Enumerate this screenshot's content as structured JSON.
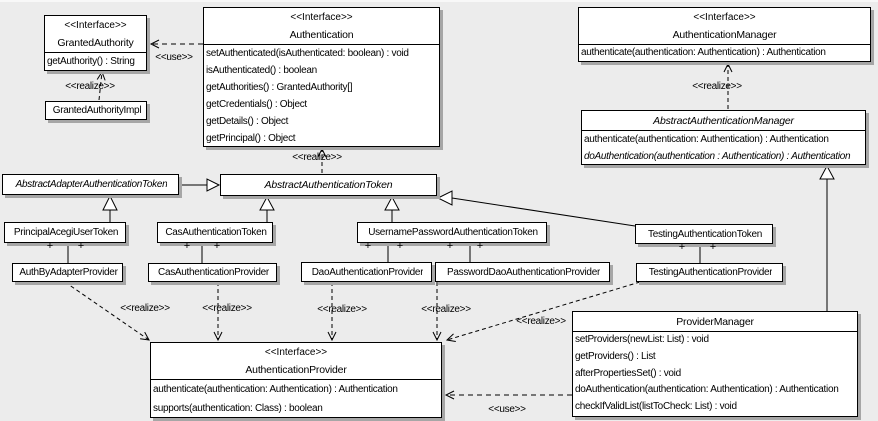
{
  "colors": {
    "background": "#ececec",
    "box_fill": "#ffffff",
    "border": "#000000",
    "shadow": "#a6a6a6"
  },
  "labels": {
    "use": "<<use>>",
    "realize": "<<realize>>",
    "plus": "+",
    "interface_stereotype": "<<Interface>>"
  },
  "classes": {
    "granted_authority": {
      "stereotype": "<<Interface>>",
      "name": "GrantedAuthority",
      "methods": [
        "getAuthority() : String"
      ]
    },
    "granted_authority_impl": {
      "name": "GrantedAuthorityImpl"
    },
    "authentication": {
      "stereotype": "<<Interface>>",
      "name": "Authentication",
      "methods": [
        "setAuthenticated(isAuthenticated: boolean) : void",
        "isAuthenticated() : boolean",
        "getAuthorities() : GrantedAuthority[]",
        "getCredentials() : Object",
        "getDetails() : Object",
        "getPrincipal() : Object"
      ]
    },
    "authentication_manager": {
      "stereotype": "<<Interface>>",
      "name": "AuthenticationManager",
      "methods": [
        "authenticate(authentication: Authentication) : Authentication"
      ]
    },
    "abstract_authentication_manager": {
      "name": "AbstractAuthenticationManager",
      "methods": [
        "authenticate(authentication: Authentication) : Authentication",
        "doAuthentication(authentication : Authentication) : Authentication"
      ]
    },
    "abstract_adapter_authentication_token": {
      "name": "AbstractAdapterAuthenticationToken"
    },
    "abstract_authentication_token": {
      "name": "AbstractAuthenticationToken"
    },
    "principal_acegi_user_token": {
      "name": "PrincipalAcegiUserToken"
    },
    "cas_authentication_token": {
      "name": "CasAuthenticationToken"
    },
    "username_password_authentication_token": {
      "name": "UsernamePasswordAuthenticationToken"
    },
    "testing_authentication_token": {
      "name": "TestingAuthenticationToken"
    },
    "auth_by_adapter_provider": {
      "name": "AuthByAdapterProvider"
    },
    "cas_authentication_provider": {
      "name": "CasAuthenticationProvider"
    },
    "dao_authentication_provider": {
      "name": "DaoAuthenticationProvider"
    },
    "password_dao_authentication_provider": {
      "name": "PasswordDaoAuthenticationProvider"
    },
    "testing_authentication_provider": {
      "name": "TestingAuthenticationProvider"
    },
    "authentication_provider": {
      "stereotype": "<<Interface>>",
      "name": "AuthenticationProvider",
      "methods": [
        "authenticate(authentication: Authentication) : Authentication",
        "supports(authentication: Class) : boolean"
      ]
    },
    "provider_manager": {
      "name": "ProviderManager",
      "methods": [
        "setProviders(newList: List) : void",
        "getProviders() : List",
        "afterPropertiesSet() : void",
        "doAuthentication(authentication: Authentication) : Authentication",
        "checkIfValidList(listToCheck: List) : void"
      ]
    }
  }
}
